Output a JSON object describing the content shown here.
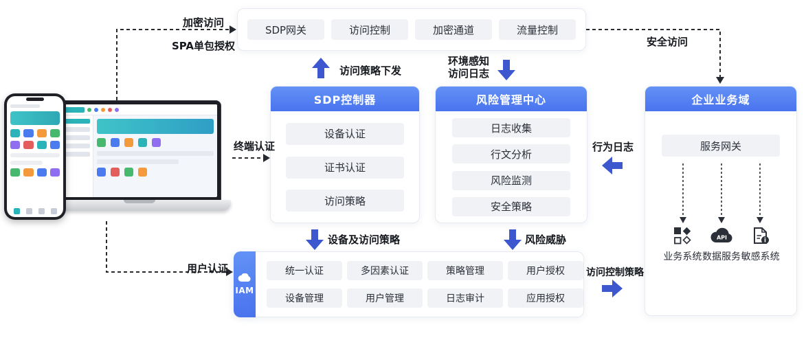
{
  "colors": {
    "header_blue_start": "#6292f6",
    "header_blue_end": "#4a73ee",
    "arrow_blue": "#3d57cf",
    "pill_bg": "#f1f2f5",
    "dashed_line": "#26292e",
    "teal_accent": "#2ab4ba"
  },
  "top_panel": {
    "items": [
      "SDP网关",
      "访问控制",
      "加密通道",
      "流量控制"
    ]
  },
  "sdp_controller": {
    "title": "SDP控制器",
    "items": [
      "设备认证",
      "证书认证",
      "访问策略"
    ]
  },
  "risk_center": {
    "title": "风险管理中心",
    "items": [
      "日志收集",
      "行文分析",
      "风险监测",
      "安全策略"
    ]
  },
  "enterprise": {
    "title": "企业业务域",
    "gateway": "服务网关",
    "systems": [
      {
        "label": "业务系统"
      },
      {
        "label": "数据服务",
        "icon_text": "API"
      },
      {
        "label": "敏感系统"
      }
    ]
  },
  "iam": {
    "tag": "IAM",
    "items": [
      "统一认证",
      "多因素认证",
      "策略管理",
      "用户授权",
      "设备管理",
      "用户管理",
      "日志审计",
      "应用授权"
    ]
  },
  "flow_labels": {
    "encrypted_access": "加密访问",
    "spa_single_packet": "SPA单包授权",
    "policy_dispatch": "访问策略下发",
    "env_awareness": "环境感知",
    "access_log": "访问日志",
    "secure_access": "安全访问",
    "terminal_auth": "终端认证",
    "behavior_log": "行为日志",
    "device_access_policy": "设备及访问策略",
    "risk_threat": "风险威胁",
    "user_auth": "用户认证",
    "access_control_policy": "访问控制策略"
  }
}
